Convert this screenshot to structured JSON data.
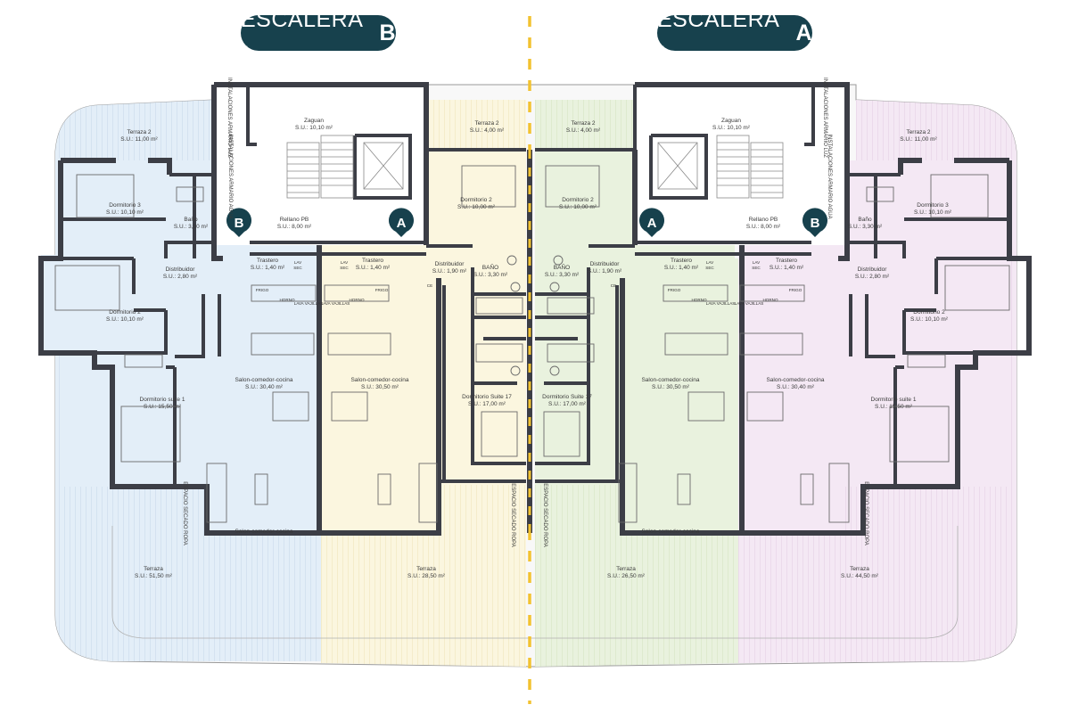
{
  "headers": {
    "left": {
      "title": "ESCALERA - ",
      "letter": "B"
    },
    "right": {
      "title": "ESCALERA - ",
      "letter": "A"
    }
  },
  "colors": {
    "badge": "#17414d",
    "walls": "#3c3e46",
    "unit_blue": "#e3eef8",
    "unit_yellow": "#fbf6df",
    "unit_green": "#e9f2de",
    "unit_pink": "#f4e8f4",
    "center_line": "#f2c230"
  },
  "markers": {
    "A": "A",
    "B": "B"
  },
  "rooms": {
    "b_terraza2": {
      "name": "Terraza 2",
      "area": "S.U.: 11,00 m²"
    },
    "b_zaguan": {
      "name": "Zaguan",
      "area": "S.U.: 10,10 m²"
    },
    "b_instal": "INSTALACIONES ARMARIO LUZ",
    "b_instal_agua": "INSTALACIONES ARMARIO AGUA",
    "b_dorm3": {
      "name": "Dormitorio 3",
      "area": "S.U.: 10,10 m²"
    },
    "b_bano": {
      "name": "Baño",
      "area": "S.U.: 3,30 m²"
    },
    "b_rellano": {
      "name": "Rellano PB",
      "area": "S.U.: 8,00 m²"
    },
    "b_trastero1": {
      "name": "Trastero",
      "area": "S.U.: 1,40 m²"
    },
    "b_trastero2": {
      "name": "Trastero",
      "area": "S.U.: 1,40 m²"
    },
    "b_distribuidor": {
      "name": "Distribuidor",
      "area": "S.U.: 2,80 m²"
    },
    "b_dorm2": {
      "name": "Dormitorio 2",
      "area": "S.U.: 10,10 m²"
    },
    "b_suite1": {
      "name": "Dormitorio suite 1",
      "area": "S.U.: 15,50 m²"
    },
    "b_salon1": {
      "name": "Salon-comedor-cocina",
      "area": "S.U.: 30,40 m²"
    },
    "b_salon2": {
      "name": "Salon-comedor-cocina",
      "area": "S.U.: 30,50 m²"
    },
    "b_secado": "ESPACIO SECADO ROPA",
    "b_terraza_blue": {
      "name": "Terraza",
      "area": "S.U.: 51,50 m²"
    },
    "b_terraza_yellow": {
      "name": "Terraza",
      "area": "S.U.: 28,50 m²"
    },
    "y_terraza2": {
      "name": "Terraza 2",
      "area": "S.U.: 4,00 m²"
    },
    "y_dorm2": {
      "name": "Dormitorio 2",
      "area": "S.U.: 10,00 m²"
    },
    "y_distribuidor": {
      "name": "Distribuidor",
      "area": "S.U.: 1,90 m²"
    },
    "y_bano": {
      "name": "BAÑO",
      "area": "S.U.: 3,30 m²"
    },
    "y_suite": {
      "name": "Dormitorio Suite 17",
      "area": "S.U.: 17,00 m²"
    },
    "g_terraza2": {
      "name": "Terraza 2",
      "area": "S.U.: 4,00 m²"
    },
    "g_dorm2": {
      "name": "Dormitorio 2",
      "area": "S.U.: 10,00 m²"
    },
    "g_distribuidor": {
      "name": "Distribuidor",
      "area": "S.U.: 1,90 m²"
    },
    "g_bano": {
      "name": "BAÑO",
      "area": "S.U.: 3,30 m²"
    },
    "g_suite": {
      "name": "Dormitorio Suite 17",
      "area": "S.U.: 17,00 m²"
    },
    "center_secado": "ESPACIO SECADO ROPA",
    "a_zaguan": {
      "name": "Zaguan",
      "area": "S.U.: 10,10 m²"
    },
    "a_instal": "INSTALACIONES ARMARIO LUZ",
    "a_instal_agua": "INSTALACIONES ARMARIO AGUA",
    "a_terraza2": {
      "name": "Terraza 2",
      "area": "S.U.: 11,00 m²"
    },
    "a_rellano": {
      "name": "Rellano PB",
      "area": "S.U.: 8,00 m²"
    },
    "a_trastero1": {
      "name": "Trastero",
      "area": "S.U.: 1,40 m²"
    },
    "a_trastero2": {
      "name": "Trastero",
      "area": "S.U.: 1,40 m²"
    },
    "a_bano": {
      "name": "Baño",
      "area": "S.U.: 3,30 m²"
    },
    "a_dorm3": {
      "name": "Dormitorio 3",
      "area": "S.U.: 10,10 m²"
    },
    "a_distribuidor": {
      "name": "Distribuidor",
      "area": "S.U.: 2,80 m²"
    },
    "a_dorm2": {
      "name": "Dormitorio 2",
      "area": "S.U.: 10,10 m²"
    },
    "a_suite1": {
      "name": "Dormitorio suite 1",
      "area": "S.U.: 15,50 m²"
    },
    "a_salon_green": {
      "name": "Salon-comedor-cocina",
      "area": "S.U.: 30,50 m²"
    },
    "a_salon_pink": {
      "name": "Salon-comedor-cocina",
      "area": "S.U.: 30,40 m²"
    },
    "a_secado": "ESPACIO SECADO ROPA",
    "a_terraza_green": {
      "name": "Terraza",
      "area": "S.U.: 26,50 m²"
    },
    "a_terraza_pink": {
      "name": "Terraza",
      "area": "S.U.: 44,50 m²"
    }
  },
  "fixtures": {
    "frigo": "FRIGO",
    "horno": "HORNO",
    "lava": "LAVA VAJILLAS",
    "lav": "LAV",
    "sec": "SEC",
    "ce": "CE",
    "bano_lbl": "BAÑO"
  }
}
